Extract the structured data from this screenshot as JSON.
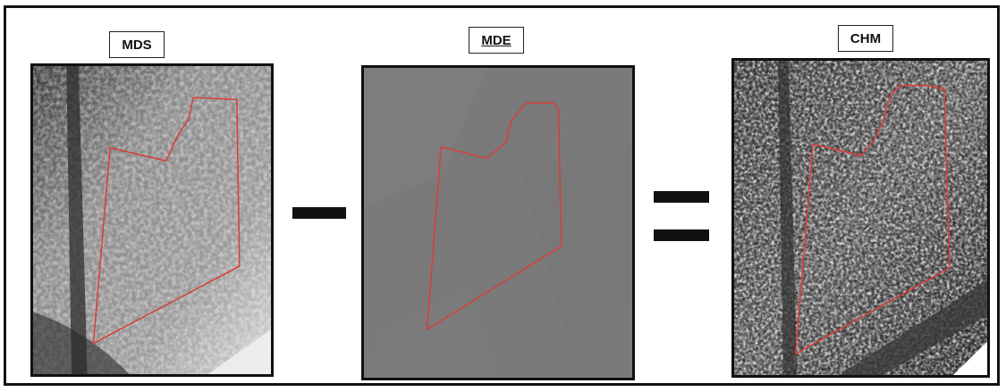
{
  "panels": [
    {
      "label": "MDS",
      "theme": "grayscale-elevation"
    },
    {
      "label": "MDE",
      "theme": "flat-gray"
    },
    {
      "label": "CHM",
      "theme": "high-contrast-grayscale"
    }
  ],
  "operators": {
    "first": "minus",
    "second": "equals"
  },
  "colors": {
    "outline": "#d8403a",
    "frame": "#111111",
    "mde_fill": "#7a7a7a"
  }
}
